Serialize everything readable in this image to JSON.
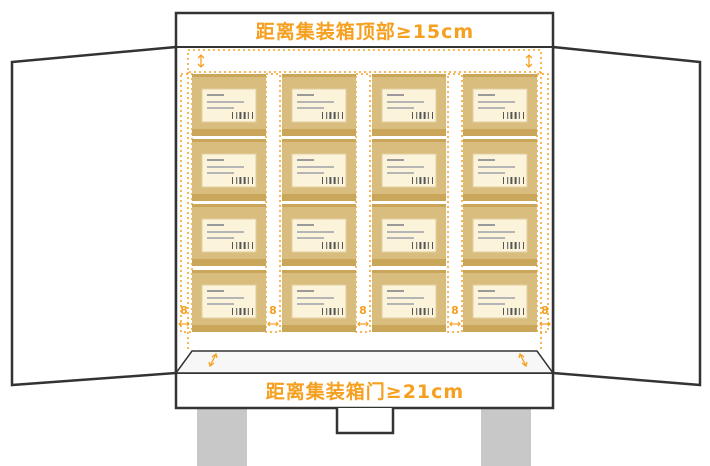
{
  "labels": {
    "top_clearance": "距离集装箱顶部≥15cm",
    "door_clearance": "距离集装箱门≥21cm"
  },
  "gap_values": [
    "8",
    "8",
    "8",
    "8",
    "8"
  ],
  "grid": {
    "columns": 4,
    "rows": 4
  },
  "colors": {
    "outline": "#333333",
    "accent": "#f5a020",
    "box": "#d9bd7f",
    "box_dark": "#c9a65a",
    "label_paper": "#fbf3da",
    "leg": "#c8c8c8"
  }
}
